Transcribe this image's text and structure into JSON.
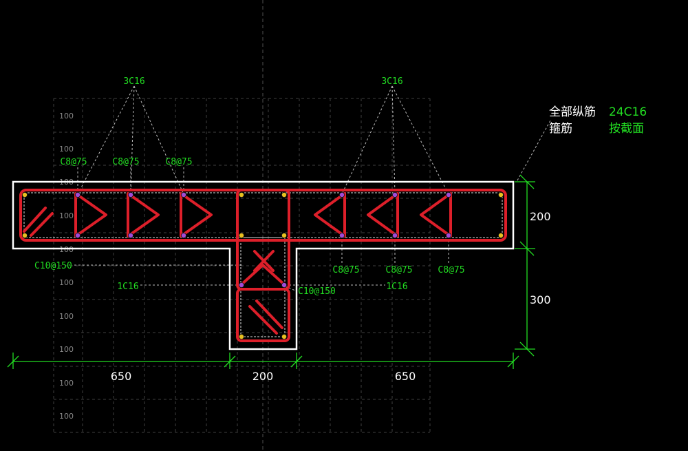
{
  "grid_labels": [
    "100",
    "100",
    "100",
    "100",
    "100",
    "100",
    "100",
    "100",
    "100",
    "100"
  ],
  "top_labels": {
    "left_bars": "3C16",
    "right_bars": "3C16"
  },
  "stirrup_labels": {
    "left_1": "C8@75",
    "left_2": "C8@75",
    "left_3": "C8@75",
    "right_1": "C8@75",
    "right_2": "C8@75",
    "right_3": "C8@75"
  },
  "side_labels": {
    "flange_stirrup": "C10@150",
    "web_stirrup": "C10@150",
    "left_single_bar": "1C16",
    "right_single_bar": "1C16"
  },
  "notes": {
    "longitudinal_label": "全部纵筋",
    "longitudinal_value": "24C16",
    "stirrup_label": "箍筋",
    "stirrup_value": "按截面"
  },
  "dimensions": {
    "flange_depth": "200",
    "web_depth": "300",
    "left_overhang": "650",
    "web_width": "200",
    "right_overhang": "650"
  },
  "colors": {
    "background": "#000000",
    "outline": "#ffffff",
    "rebar": "#dd1f2a",
    "annotation": "#22dd22",
    "grid": "#7a7a7a"
  }
}
